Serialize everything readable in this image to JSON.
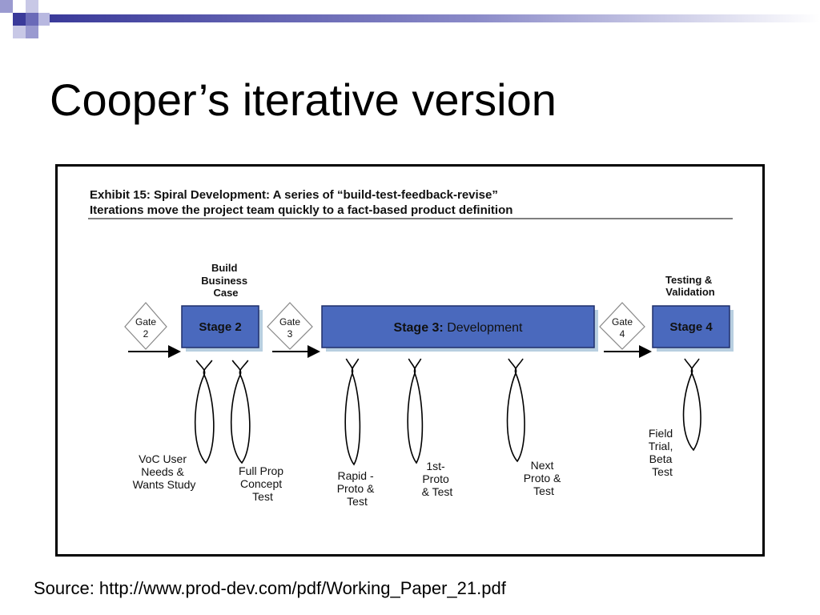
{
  "slide": {
    "title": "Cooper’s iterative version",
    "source": "Source: http://www.prod-dev.com/pdf/Working_Paper_21.pdf",
    "colors": {
      "accent": "#3a3a9a",
      "stage_fill": "#4a69bd",
      "stage_shadow": "#b8cfe0"
    }
  },
  "exhibit": {
    "title_line1": "Exhibit 15: Spiral Development: A series of “build-test-feedback-revise”",
    "title_line2": "Iterations move the project team quickly to a fact-based product definition"
  },
  "diagram": {
    "gates": [
      {
        "line1": "Gate",
        "line2": "2"
      },
      {
        "line1": "Gate",
        "line2": "3"
      },
      {
        "line1": "Gate",
        "line2": "4"
      }
    ],
    "stages": [
      {
        "prefix": "Stage 2",
        "suffix": ""
      },
      {
        "prefix": "Stage 3:",
        "suffix": " Development"
      },
      {
        "prefix": "Stage 4",
        "suffix": ""
      }
    ],
    "above_labels": [
      {
        "lines": [
          "Build",
          "Business",
          "Case"
        ]
      },
      {
        "lines": [
          "Testing &",
          "Validation"
        ]
      }
    ],
    "loop_labels": [
      {
        "lines": [
          "VoC User",
          "Needs &",
          "Wants Study"
        ]
      },
      {
        "lines": [
          "Full Prop",
          "Concept",
          "Test"
        ]
      },
      {
        "lines": [
          "Rapid -",
          "Proto &",
          "Test"
        ]
      },
      {
        "lines": [
          "1st-",
          "Proto",
          "& Test"
        ]
      },
      {
        "lines": [
          "Next",
          "Proto &",
          "Test"
        ]
      },
      {
        "lines": [
          "Field",
          "Trial,",
          "Beta",
          "Test"
        ]
      }
    ]
  }
}
